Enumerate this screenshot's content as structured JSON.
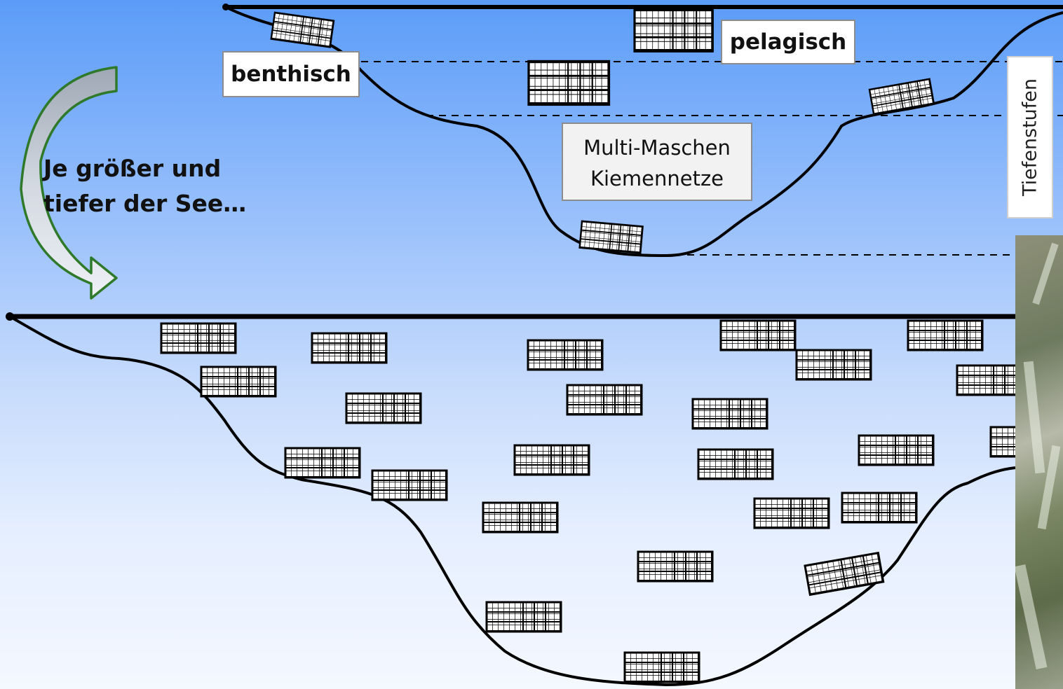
{
  "labels": {
    "benthic": "benthisch",
    "pelagic": "pelagisch",
    "net_type_line1": "Multi-Maschen",
    "net_type_line2": "Kiemennetze",
    "depth_zones": "Tiefenstufen"
  },
  "caption": {
    "line1": "Je größer und",
    "line2": "tiefer der See…"
  },
  "icons": {
    "arrow": "curved-arrow-icon",
    "net": "gill-net-icon"
  },
  "colors": {
    "arrow_stroke": "#2f7a2a",
    "line": "#000000"
  }
}
